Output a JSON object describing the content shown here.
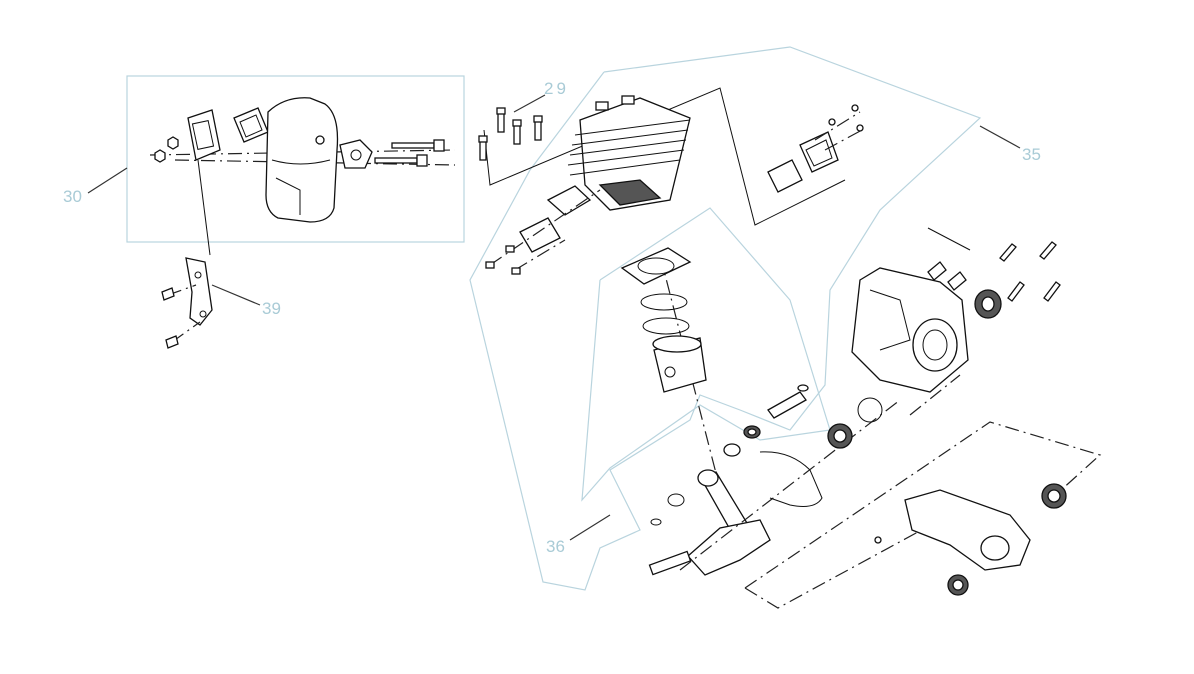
{
  "diagram": {
    "callouts": {
      "c29": "29",
      "c30": "30",
      "c35": "35",
      "c36": "36",
      "c39": "39"
    },
    "colors": {
      "callout_text": "#a9cbd6",
      "group_outline": "#b9d4de",
      "line": "#111111",
      "background": "#ffffff"
    }
  }
}
